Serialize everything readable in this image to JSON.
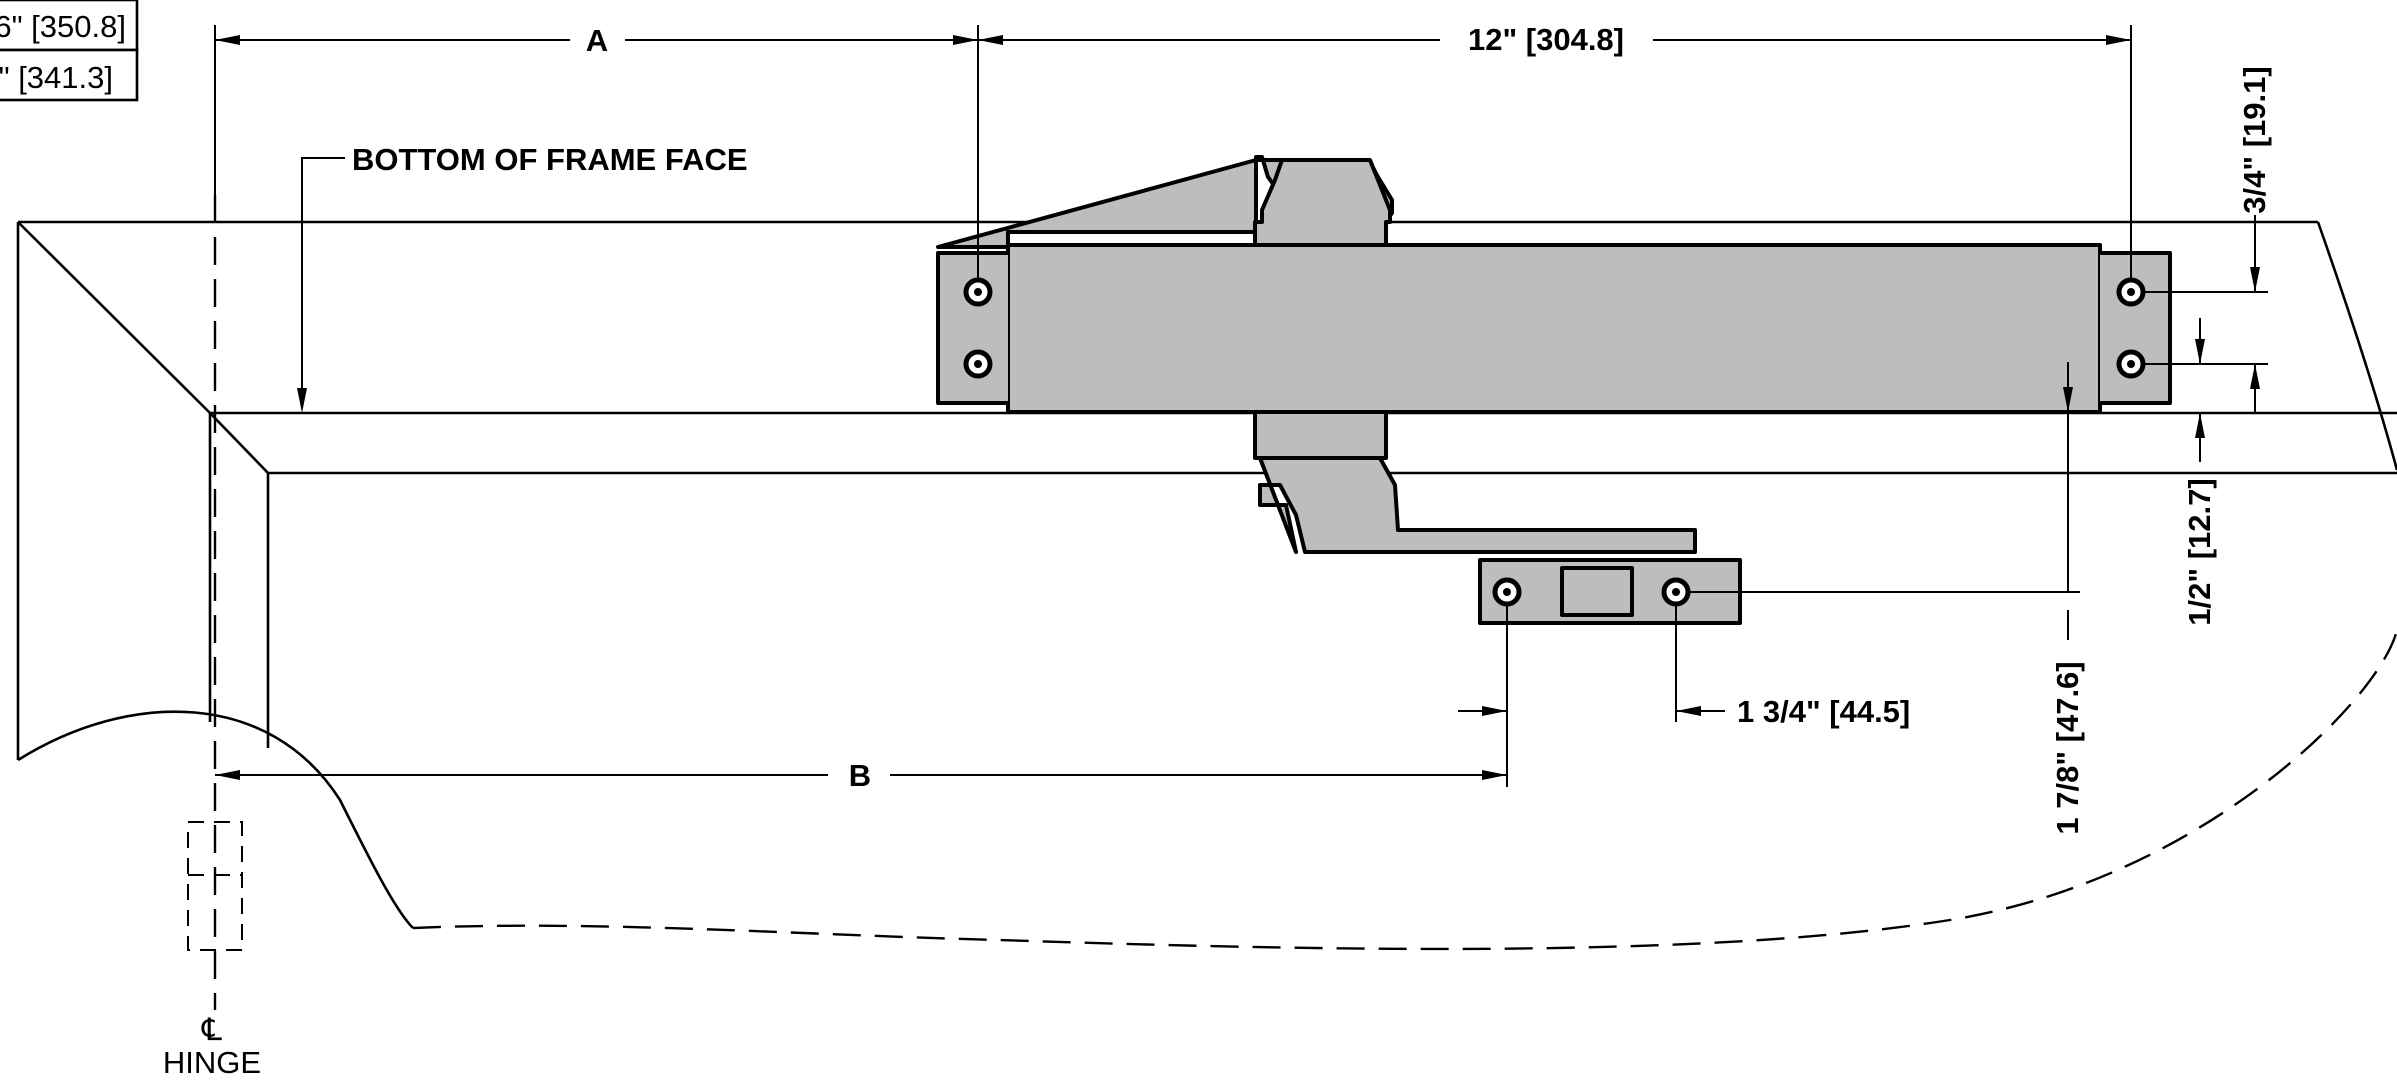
{
  "table": {
    "row1": "6\" [350.8]",
    "row2": "\" [341.3]"
  },
  "labels": {
    "dim_a": "A",
    "dim_b": "B",
    "dim_12in": "12\" [304.8]",
    "frame_face": "BOTTOM OF FRAME FACE",
    "dim_3_4": "3/4\" [19.1]",
    "dim_1_2": "1/2\" [12.7]",
    "dim_1_7_8": "1 7/8\" [47.6]",
    "dim_1_3_4": "1 3/4\" [44.5]",
    "centerline": "℄",
    "hinge": "HINGE"
  },
  "colors": {
    "part_fill": "#bdbdbd",
    "line": "#000000"
  }
}
